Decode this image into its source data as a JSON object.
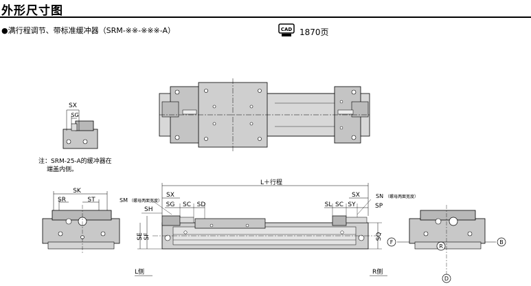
{
  "header": {
    "title": "外形尺寸图",
    "subtitle": "●满行程调节、带标准缓冲器（SRM-※※-※※※-A）",
    "cad_label": "CAD",
    "cad_page": "1870页"
  },
  "note": {
    "line1": "注：SRM-25-A的缓冲器在",
    "line2": "端盖内侧。"
  },
  "dimensions": {
    "sx_small": "SX",
    "sg_small": "SG",
    "sk": "SK",
    "sr": "SR",
    "st": "ST",
    "sm": "SM",
    "sm_note": "（螺母两面宽度）",
    "sh": "SH",
    "sx_left": "SX",
    "sg_left": "SG",
    "sc_left": "SC",
    "sd": "SD",
    "stroke_length": "L＋行程",
    "sx_right": "SX",
    "sn": "SN",
    "sn_note": "（螺母两面宽度）",
    "sl": "SL",
    "sc_right": "SC",
    "sy": "SY",
    "sp": "SP",
    "se": "SE",
    "sf": "SF",
    "sq": "SQ"
  },
  "sides": {
    "left": "L侧",
    "right": "R侧"
  },
  "markers": {
    "f": "F",
    "b": "B",
    "d": "D",
    "r": "R"
  }
}
